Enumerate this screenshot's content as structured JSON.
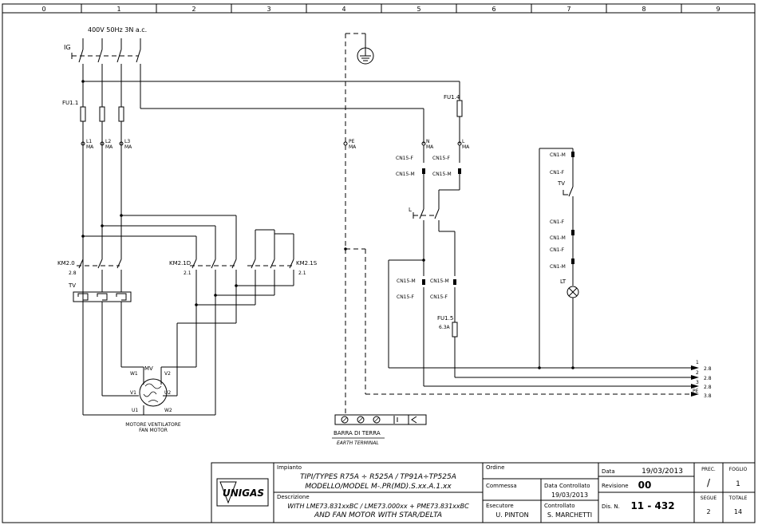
{
  "grid": {
    "columns": [
      "0",
      "1",
      "2",
      "3",
      "4",
      "5",
      "6",
      "7",
      "8",
      "9"
    ]
  },
  "supply": {
    "label": "400V 50Hz 3N a.c."
  },
  "main_switch": {
    "label": "IG"
  },
  "fuses": {
    "fu1_1": "FU1.1",
    "fu1_4": "FU1.4",
    "fu1_5": "FU1.5",
    "fu1_5_rating": "6.3A"
  },
  "terminals": {
    "l1": "L1",
    "l2": "L2",
    "l3": "L3",
    "pe": "PE",
    "n": "N",
    "l": "L",
    "ma": "MA"
  },
  "connectors": {
    "cn15_f_a": "CN15-F",
    "cn15_m_a": "CN15-M",
    "cn15_f_b": "CN15-F",
    "cn15_m_b": "CN15-M",
    "cn15_m_c": "CN15-M",
    "cn15_f_c": "CN15-F",
    "cn15_m_d": "CN15-M",
    "cn15_f_d": "CN15-F",
    "cn1_m_a": "CN1-M",
    "cn1_f_a": "CN1-F",
    "cn1_f_b": "CN1-F",
    "cn1_m_b": "CN1-M",
    "cn1_f_c": "CN1-F",
    "cn1_m_c": "CN1-M",
    "l_switch": "L"
  },
  "contactors": {
    "km2_0": "KM2.0",
    "km2_1d": "KM2.1D",
    "km2_1s": "KM2.1S",
    "sub_2_8": "2.8",
    "sub_2_1": "2.1"
  },
  "thermal": {
    "tv_left": "TV",
    "tv_right": "TV"
  },
  "lamp": {
    "lt": "LT"
  },
  "motor": {
    "mv": "MV",
    "w1": "W1",
    "v2": "V2",
    "v1": "V1",
    "u2": "U2",
    "u1": "U1",
    "w2": "W2",
    "caption_it": "MOTORE VENTILATORE",
    "caption_en": "FAN MOTOR"
  },
  "outputs": [
    {
      "num": "1",
      "ref": "2.8"
    },
    {
      "num": "2",
      "ref": "2.8"
    },
    {
      "num": "3",
      "ref": "2.8"
    },
    {
      "num": "PE",
      "ref": "3.8"
    }
  ],
  "earth": {
    "caption_it": "BARRA DI TERRA",
    "caption_en": "EARTH TERMINAL"
  },
  "title_block": {
    "logo": "UNIGAS",
    "impianto_label": "Impianto",
    "impianto_line1": "TIPI/TYPES R75A ÷ R525A / TP91A÷TP525A",
    "impianto_line2": "MODELLO/MODEL M-.PR(MD).S.xx.A.1.xx",
    "descrizione_label": "Descrizione",
    "descrizione_line1": "WITH LME73.831xxBC / LME73.000xx + PME73.831xxBC",
    "descrizione_line2": "AND FAN MOTOR WITH STAR/DELTA",
    "ordine_label": "Ordine",
    "commessa_label": "Commessa",
    "data_controllato_label": "Data Controllato",
    "data_controllato_value": "19/03/2013",
    "esecutore_label": "Esecutore",
    "esecutore_value": "U. PINTON",
    "controllato_label": "Controllato",
    "controllato_value": "S. MARCHETTI",
    "data_label": "Data",
    "data_value": "19/03/2013",
    "revisione_label": "Revisione",
    "revisione_value": "00",
    "dis_label": "Dis. N.",
    "dis_value": "11 - 432",
    "prec_label": "PREC.",
    "prec_value": "/",
    "foglio_label": "FOGLIO",
    "foglio_value": "1",
    "segue_label": "SEGUE",
    "segue_value": "2",
    "totale_label": "TOTALE",
    "totale_value": "14"
  }
}
